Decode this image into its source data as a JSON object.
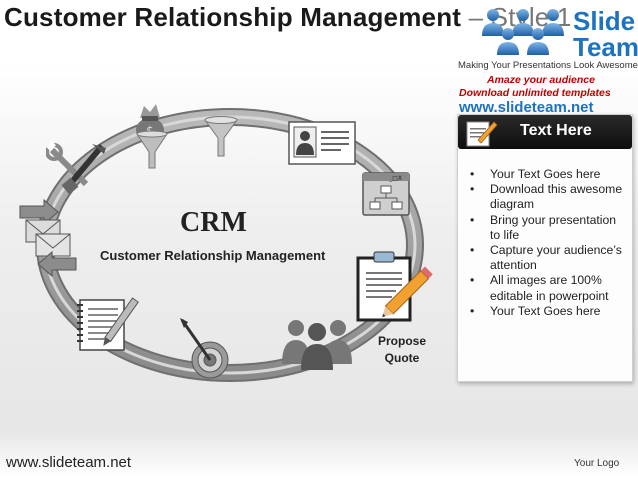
{
  "slide": {
    "title_main": "Customer Relationship Management",
    "title_style": "– Style 1"
  },
  "logo": {
    "brand_slide": "Slide",
    "brand_team": "Team",
    "tagline": "Making Your Presentations Look Awesome",
    "promo_line1": "Amaze your audience",
    "promo_line2": "Download unlimited templates",
    "url": "www.slideteam.net"
  },
  "diagram": {
    "center_abbr": "CRM",
    "center_full": "Customer Relationship Management",
    "stage_label": "Propose Quote",
    "stage_icons": [
      "money-bag-icon",
      "funnel-icon",
      "contact-card-icon",
      "sitemap-window-icon",
      "clipboard-pencil-icon",
      "people-group-icon",
      "target-dart-icon",
      "document-pen-icon",
      "email-exchange-icon",
      "tools-icon"
    ]
  },
  "panel": {
    "heading": "Text Here",
    "icon": "notepad-pencil-icon",
    "bullets": [
      "Your Text Goes here",
      "Download this awesome diagram",
      "Bring your presentation to life",
      "Capture your audience’s attention",
      "All images are 100% editable in powerpoint",
      "Your Text Goes here"
    ]
  },
  "footer": {
    "url": "www.slideteam.net",
    "logo_text": "Your Logo"
  },
  "colors": {
    "brand_blue": "#1e73be",
    "promo_red": "#c00000",
    "cycle_ring": "#9a9a9a",
    "panel_header": "#111111"
  }
}
